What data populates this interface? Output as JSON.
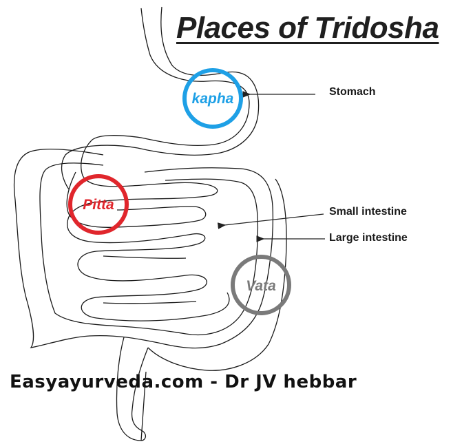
{
  "title": "Places of Tridosha",
  "doshas": {
    "kapha": {
      "label": "kapha",
      "color": "#1ea0e6"
    },
    "pitta": {
      "label": "Pitta",
      "color": "#e0262c"
    },
    "vata": {
      "label": "Vata",
      "color": "#7a7a7a"
    }
  },
  "organs": {
    "stomach": "Stomach",
    "small_intestine": "Small intestine",
    "large_intestine": "Large intestine"
  },
  "footer": "Easyayurveda.com - Dr JV hebbar"
}
